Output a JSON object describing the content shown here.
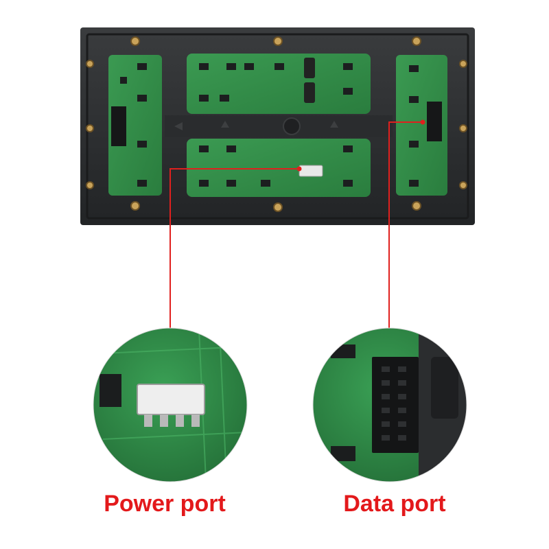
{
  "labels": {
    "power_port": "Power port",
    "data_port": "Data port"
  },
  "colors": {
    "label_red": "#e3191b",
    "callout_line": "#e0201e",
    "frame": "#2d2f31",
    "pcb_green": "#2f8a45",
    "background": "#ffffff"
  },
  "icons": {
    "power_connector": "white-4-pin-power-connector",
    "data_connector": "black-16-pin-idc-header"
  }
}
